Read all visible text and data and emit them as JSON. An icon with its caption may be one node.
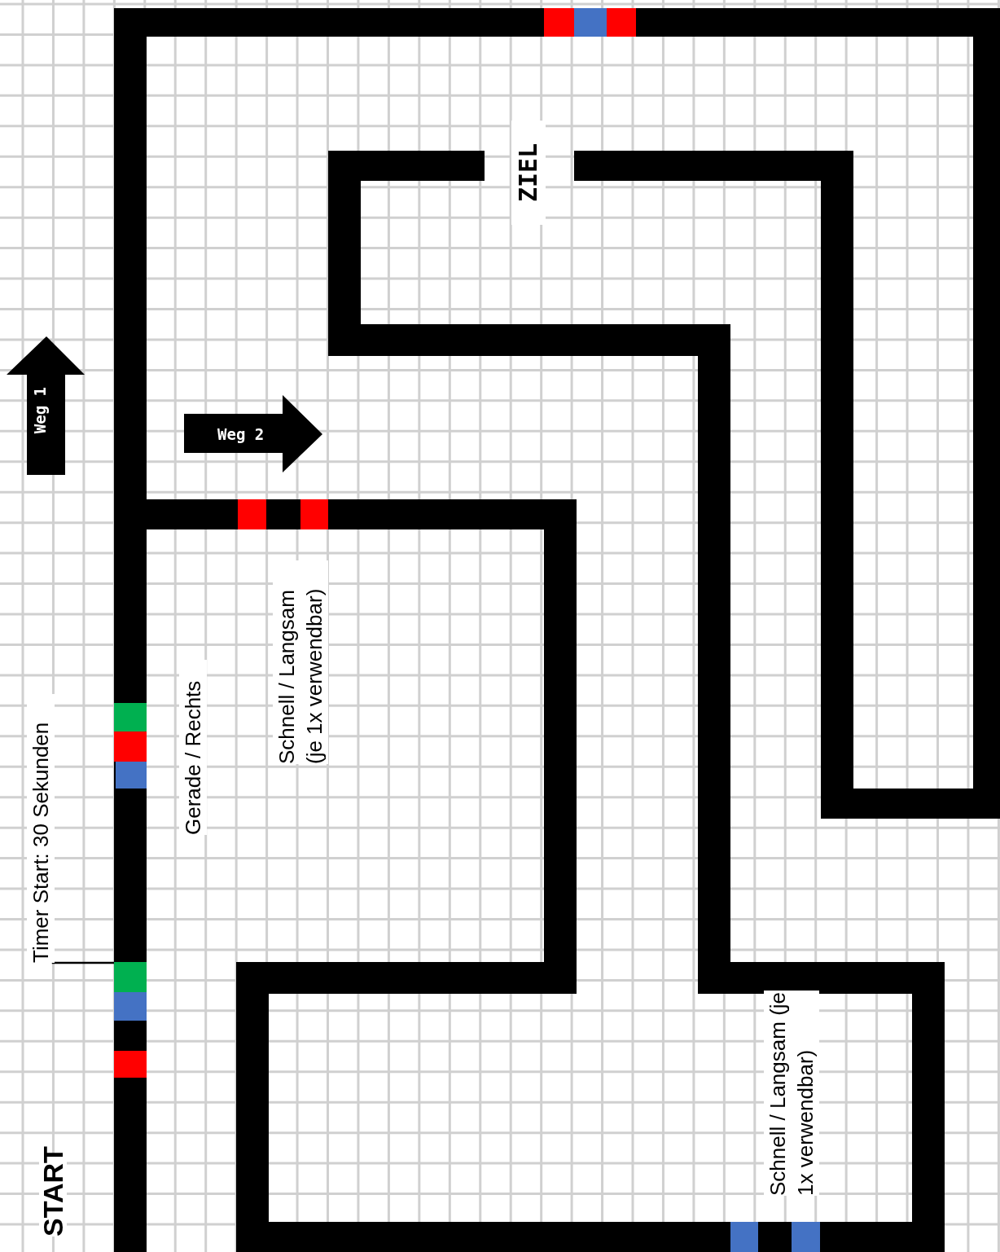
{
  "diagram": {
    "nodes": [
      {
        "text": [
          "Weg 1"
        ]
      },
      {
        "text": [
          "Weg 2"
        ]
      }
    ],
    "edges": [],
    "labels": [
      "ZIEL",
      "Schnell / Langsam (je 1x verwendbar)",
      "Gerade / Rechts",
      "Timer Start: 30 Sekunden",
      "Schnell / Langsam (je 1x verwendbar)",
      "START"
    ]
  }
}
